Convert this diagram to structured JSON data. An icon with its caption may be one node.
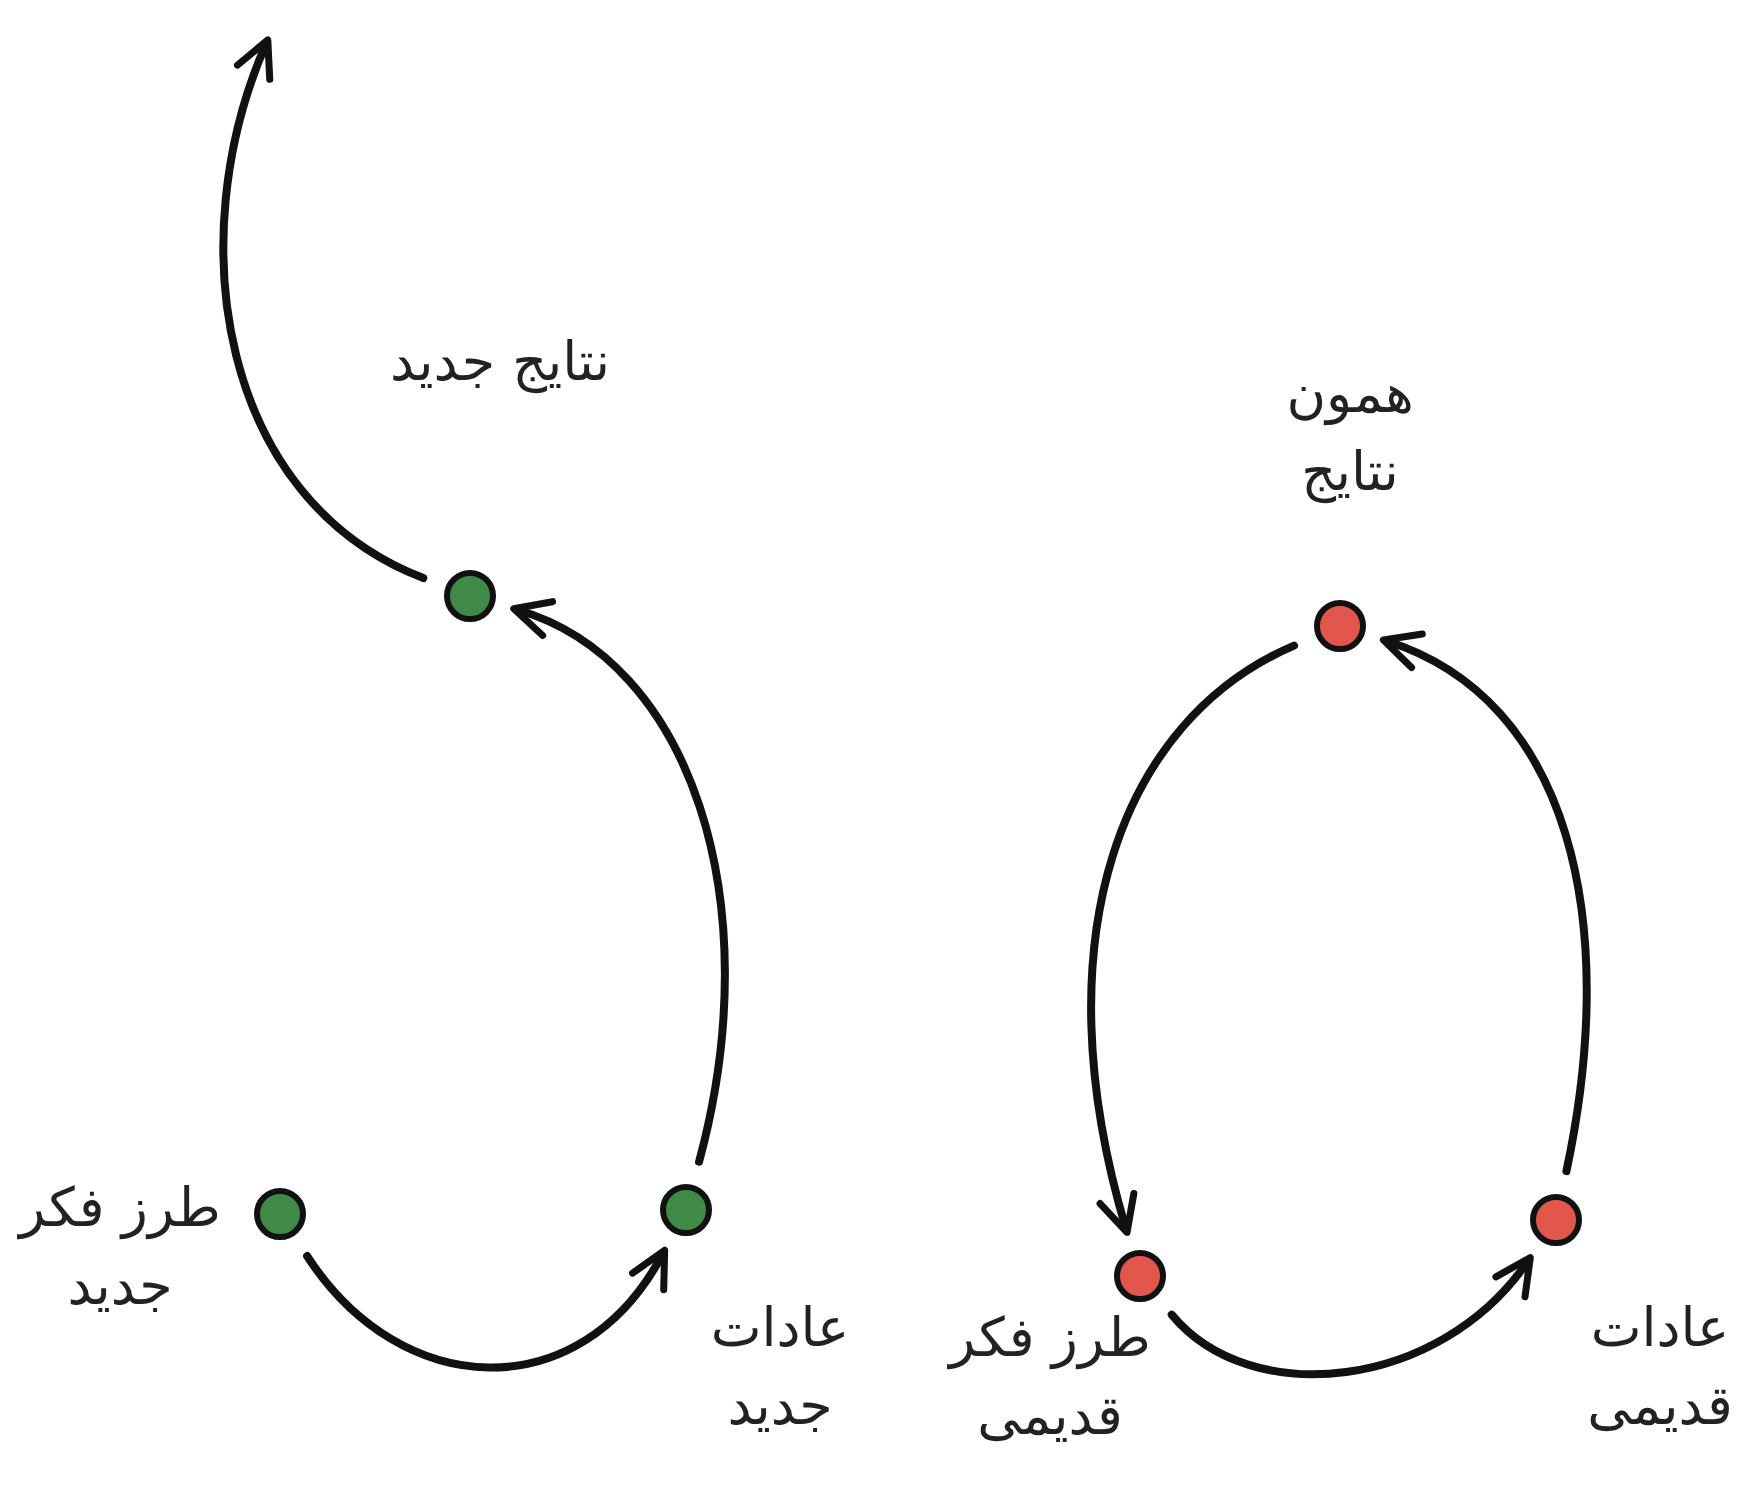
{
  "diagram": {
    "nodes": [
      {
        "text": [],
        "shape": "circle",
        "beside": [
          "طرز فکر جدید"
        ]
      },
      {
        "text": [],
        "shape": "circle",
        "beside": [
          "عادات جدید"
        ]
      },
      {
        "text": [],
        "shape": "circle",
        "beside": [
          "نتایج جدید"
        ]
      },
      {
        "text": [],
        "shape": "circle",
        "beside": [
          "طرز فکر قدیمی"
        ]
      },
      {
        "text": [],
        "shape": "circle",
        "beside": [
          "عادات قدیمی"
        ]
      },
      {
        "text": [],
        "shape": "circle",
        "beside": [
          "همون نتایج"
        ]
      }
    ],
    "edges": [
      {
        "from": 0,
        "to": 1,
        "arrow": "to"
      },
      {
        "from": 1,
        "to": 2,
        "arrow": "to"
      },
      {
        "from": 2,
        "to": null,
        "arrow": "to"
      },
      {
        "from": 3,
        "to": 4,
        "arrow": "to"
      },
      {
        "from": 4,
        "to": 5,
        "arrow": "to"
      },
      {
        "from": 5,
        "to": 3,
        "arrow": "to"
      }
    ]
  }
}
